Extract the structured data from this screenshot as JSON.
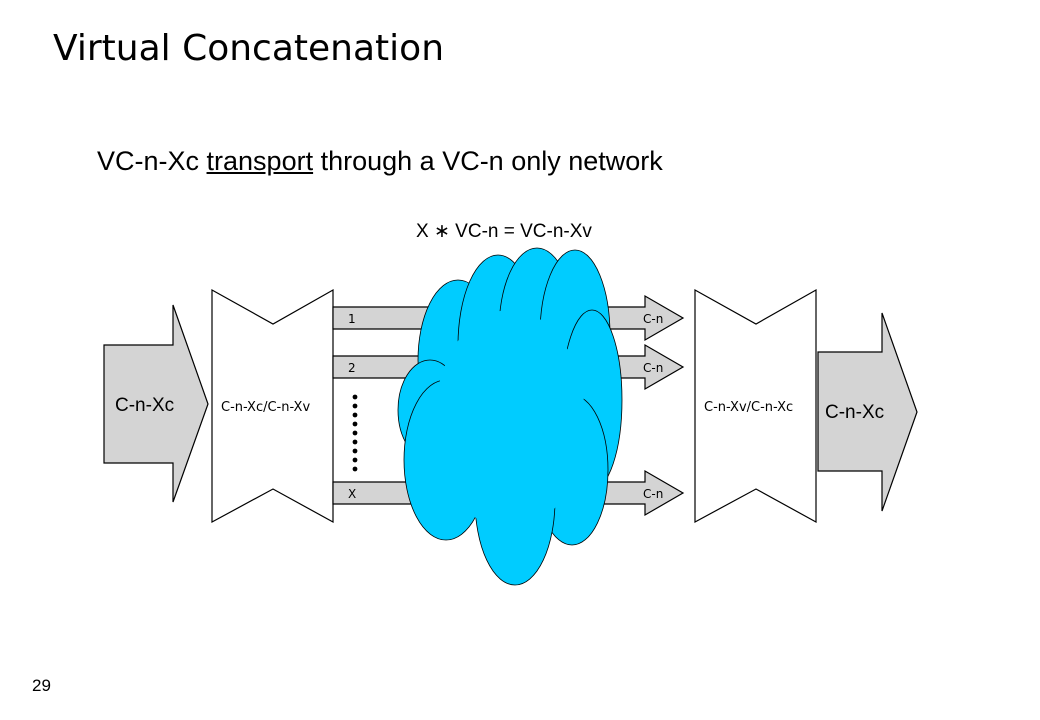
{
  "title": "Virtual Concatenation",
  "subtitle": {
    "before": "VC-n-Xc ",
    "underlined": "transport",
    "after": " through a VC-n only network"
  },
  "formula": {
    "left": "X",
    "operator": "∗",
    "right": "VC-n = VC-n-Xv"
  },
  "diagram": {
    "input_arrow_label": "C-n-Xc",
    "left_mapper_label": "C-n-Xc/C-n-Xv",
    "right_mapper_label": "C-n-Xv/C-n-Xc",
    "output_arrow_label": "C-n-Xc",
    "channels": [
      {
        "index_label": "1",
        "out_label": "C-n"
      },
      {
        "index_label": "2",
        "out_label": "C-n"
      },
      {
        "index_label": "X",
        "out_label": "C-n"
      }
    ],
    "colors": {
      "cloud": "#00ccff",
      "arrow_fill": "#d4d4d4",
      "stroke": "#000000"
    }
  },
  "page_number": "29"
}
